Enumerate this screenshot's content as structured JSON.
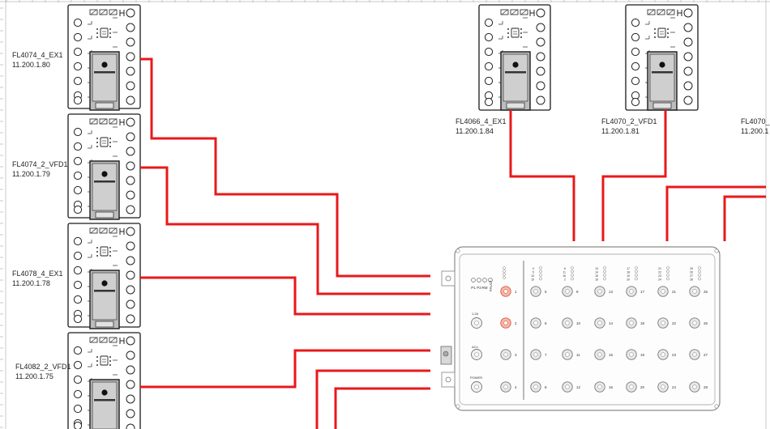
{
  "diagram": {
    "wire_color": "#e8191b",
    "modules": [
      {
        "id": "FL4074_4_EX1",
        "name": "FL4074_4_EX1",
        "ip": "11.200.1.80"
      },
      {
        "id": "FL4074_2_VFD1",
        "name": "FL4074_2_VFD1",
        "ip": "11.200.1.79"
      },
      {
        "id": "FL4078_4_EX1",
        "name": "FL4078_4_EX1",
        "ip": "11.200.1.78"
      },
      {
        "id": "FL4082_2_VFD1",
        "name": "FL4082_2_VFD1",
        "ip": "11.200.1.75"
      },
      {
        "id": "FL4066_4_EX1",
        "name": "FL4066_4_EX1",
        "ip": "11.200.1.84"
      },
      {
        "id": "FL4070_2_VFD1",
        "name": "FL4070_2_VFD1",
        "ip": "11.200.1.81"
      },
      {
        "id": "FL4070_clip",
        "name": "FL4070_",
        "ip": "11.200.1"
      }
    ],
    "switch": {
      "status_labels": [
        "P1",
        "P2",
        "RM",
        "FAULT"
      ],
      "port_group_labels": [
        "1,2A",
        "ACn",
        "POWER"
      ]
    }
  }
}
